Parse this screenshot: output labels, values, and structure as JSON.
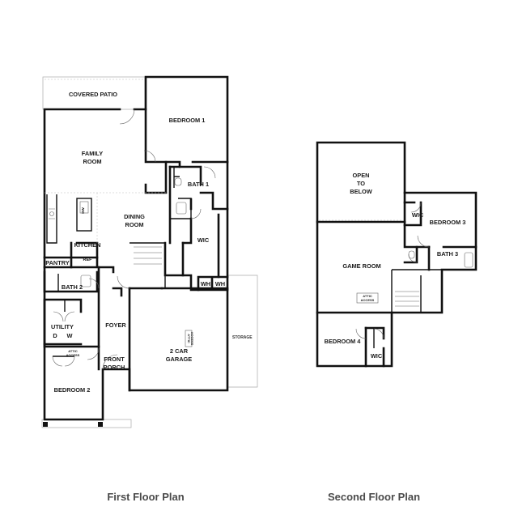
{
  "titles": {
    "first_floor": "First Floor Plan",
    "second_floor": "Second Floor Plan"
  },
  "first_floor": {
    "covered_patio": "COVERED PATIO",
    "bedroom1": "BEDROOM 1",
    "family_room_1": "FAMILY",
    "family_room_2": "ROOM",
    "bath1": "BATH 1",
    "dining_room_1": "DINING",
    "dining_room_2": "ROOM",
    "kitchen": "KITCHEN",
    "wic": "WIC",
    "pantry": "PANTRY",
    "ref": "REF",
    "dw": "DW",
    "bath2": "BATH 2",
    "wh1": "WH",
    "wh2": "WH",
    "utility": "UTILITY",
    "dryer": "D",
    "washer": "W",
    "foyer": "FOYER",
    "attic1": "ATTIC",
    "access1": "ACCESS",
    "front_porch_1": "FRONT",
    "front_porch_2": "PORCH",
    "garage_1": "2 CAR",
    "garage_2": "GARAGE",
    "attic2": "ATTIC",
    "access2": "ACCESS",
    "bedroom2": "BEDROOM 2",
    "storage": "STORAGE"
  },
  "second_floor": {
    "open_1": "OPEN",
    "open_2": "TO",
    "open_3": "BELOW",
    "wic_a": "WIC",
    "bedroom3": "BEDROOM 3",
    "game_room": "GAME ROOM",
    "bath3": "BATH 3",
    "attic": "ATTIC",
    "access": "ACCESS",
    "bedroom4": "BEDROOM 4",
    "wic_b": "WIC"
  }
}
